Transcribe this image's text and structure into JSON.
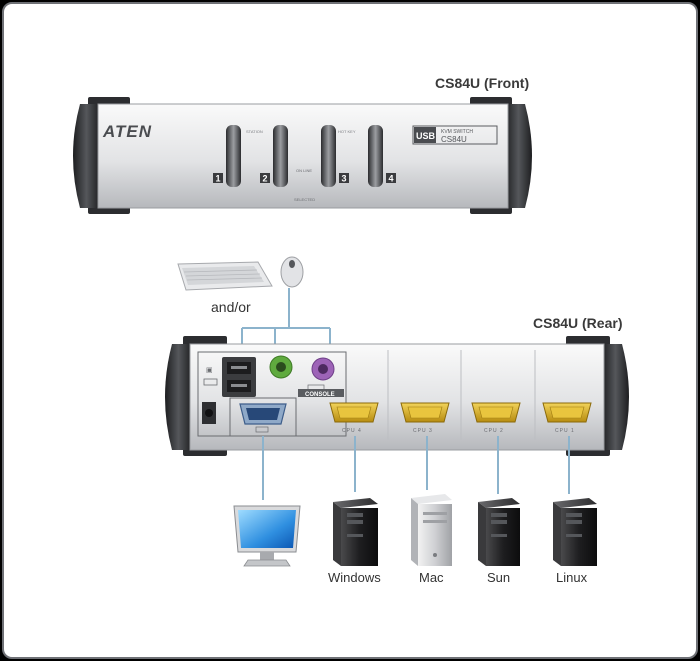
{
  "front": {
    "title": "CS84U (Front)",
    "brand": "ATEN",
    "badge_usb": "USB",
    "badge_line1": "KVM SWITCH",
    "badge_line2": "CS84U",
    "port_numbers": [
      "1",
      "2",
      "3",
      "4"
    ],
    "led_online": "ON LINE",
    "led_selected": "SELECTED",
    "label_station": "STATION",
    "label_hotkey": "HOT KEY"
  },
  "rear": {
    "title": "CS84U (Rear)",
    "console_label": "CONSOLE",
    "cpu_ports": [
      "CPU 4",
      "CPU 3",
      "CPU 2",
      "CPU 1"
    ]
  },
  "peripherals": {
    "andor": "and/or"
  },
  "computers": [
    {
      "label": "Windows"
    },
    {
      "label": "Mac"
    },
    {
      "label": "Sun"
    },
    {
      "label": "Linux"
    }
  ],
  "colors": {
    "background": "#ffffff",
    "frame": "#000000",
    "cable": "#8cb3cc",
    "vga_port": "#d8b22a",
    "ps2_green": "#5faa3e",
    "ps2_purple": "#9d63b7",
    "tower": "#2a2a2a"
  }
}
